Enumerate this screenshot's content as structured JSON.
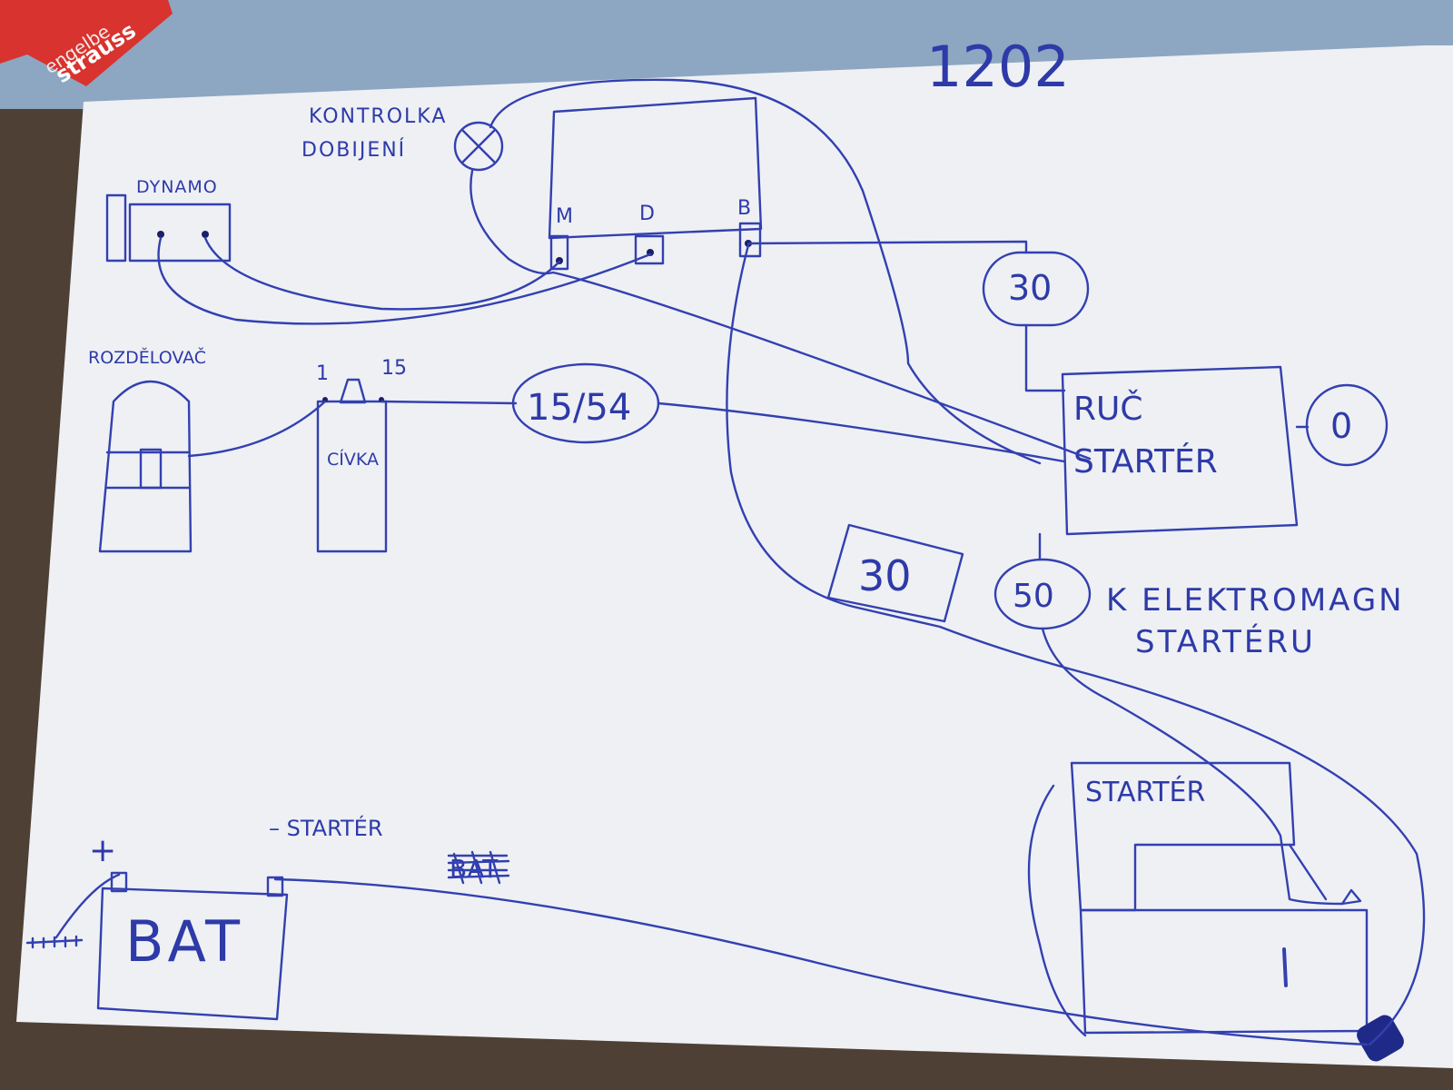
{
  "sheet_number": "1202",
  "brand_card": {
    "line1": "engelbe",
    "line2": "strauss"
  },
  "labels": {
    "charge_lamp_line1": "KONTROLKA",
    "charge_lamp_line2": "DOBIJENÍ",
    "dynamo": "DYNAMO",
    "regulator_terminal_m": "M",
    "regulator_terminal_d": "D",
    "regulator_terminal_b": "B",
    "distributor": "ROZDĚLOVAČ",
    "coil": "CÍVKA",
    "coil_terminal_1": "1",
    "coil_terminal_15": "15",
    "terminal_15_54": "15/54",
    "terminal_30_top": "30",
    "manual_starter_line1": "RUČ",
    "manual_starter_line2": "STARTÉR",
    "manual_starter_zero": "0",
    "terminal_30_mid": "30",
    "terminal_50": "50",
    "solenoid_line1": "K ELEKTROMAGN",
    "solenoid_line2": "STARTÉRU",
    "starter": "STARTÉR",
    "battery": "BAT",
    "battery_plus": "+",
    "battery_minus_note": "– STARTÉR",
    "scribble": "BAT"
  },
  "colors": {
    "ink": "#3340b0",
    "paper": "#eef0f4",
    "table": "#5a4a3c",
    "card_red": "#d8332e"
  }
}
